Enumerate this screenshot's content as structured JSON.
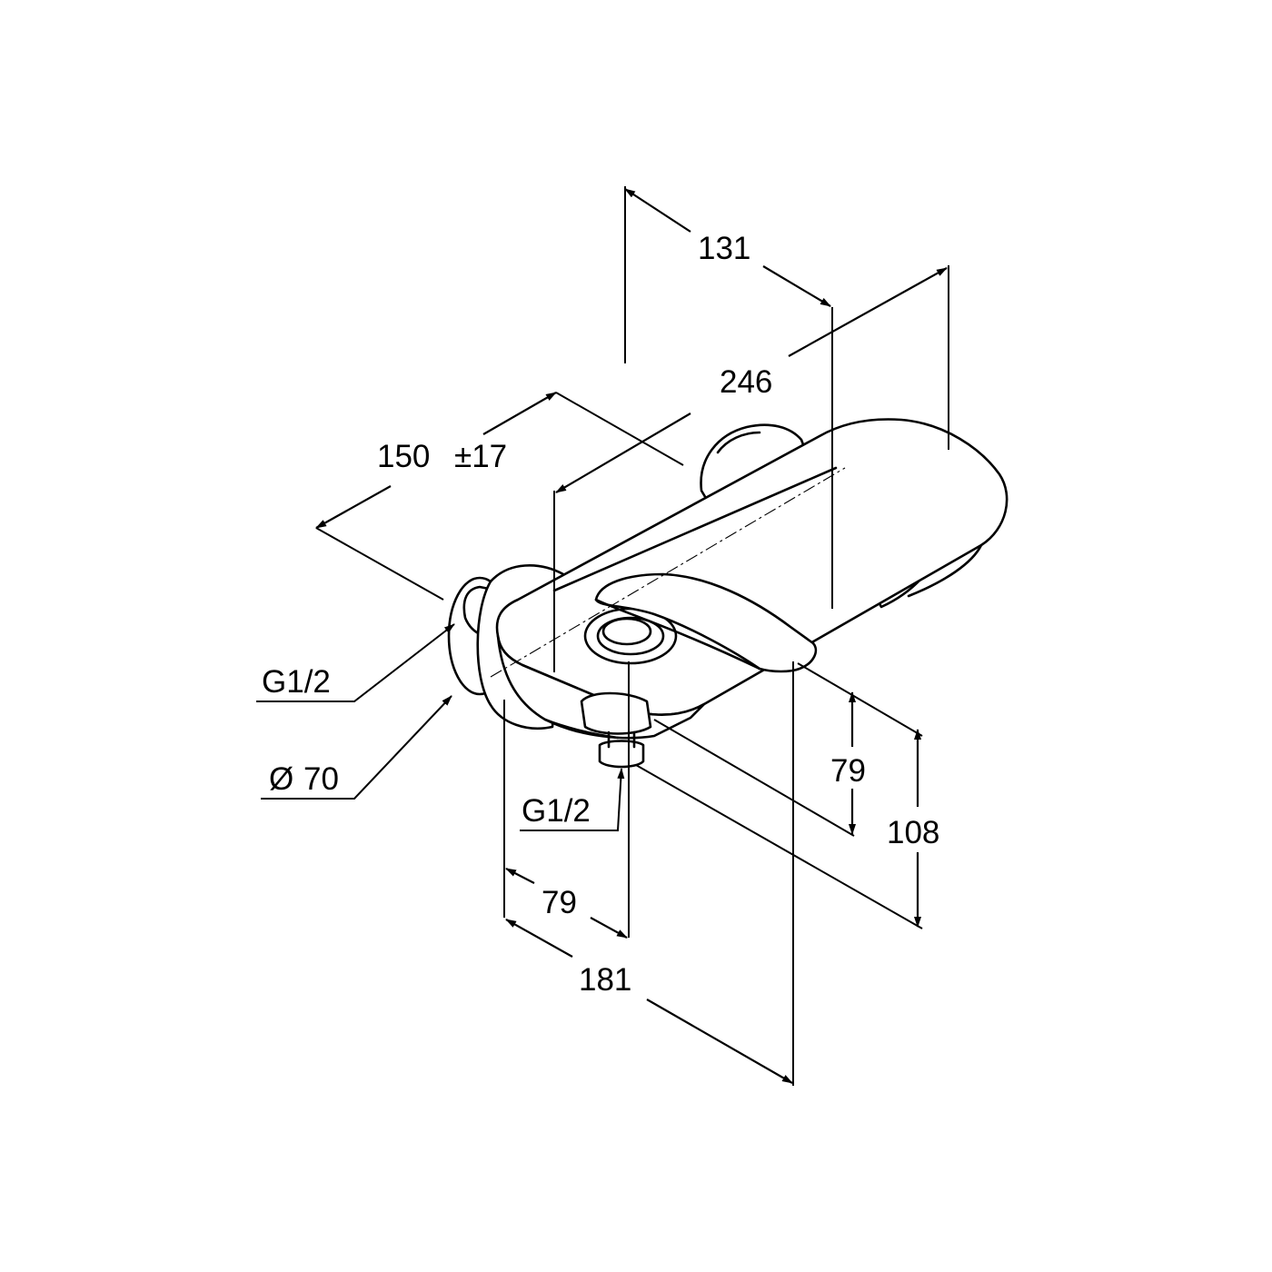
{
  "dimensions": {
    "depth_131": "131",
    "length_246": "246",
    "spread_150": "150",
    "spread_tolerance": "±17",
    "height_79": "79",
    "height_108": "108",
    "offset_79": "79",
    "width_181": "181"
  },
  "callouts": {
    "inlet_thread": "G1/2",
    "rosette_diameter_symbol": "Ø",
    "rosette_diameter": "70",
    "outlet_thread": "G1/2"
  },
  "colors": {
    "line": "#000000",
    "background": "#ffffff"
  },
  "icons": {
    "arrowhead": "filled-arrowhead",
    "diameter": "diameter-symbol"
  }
}
